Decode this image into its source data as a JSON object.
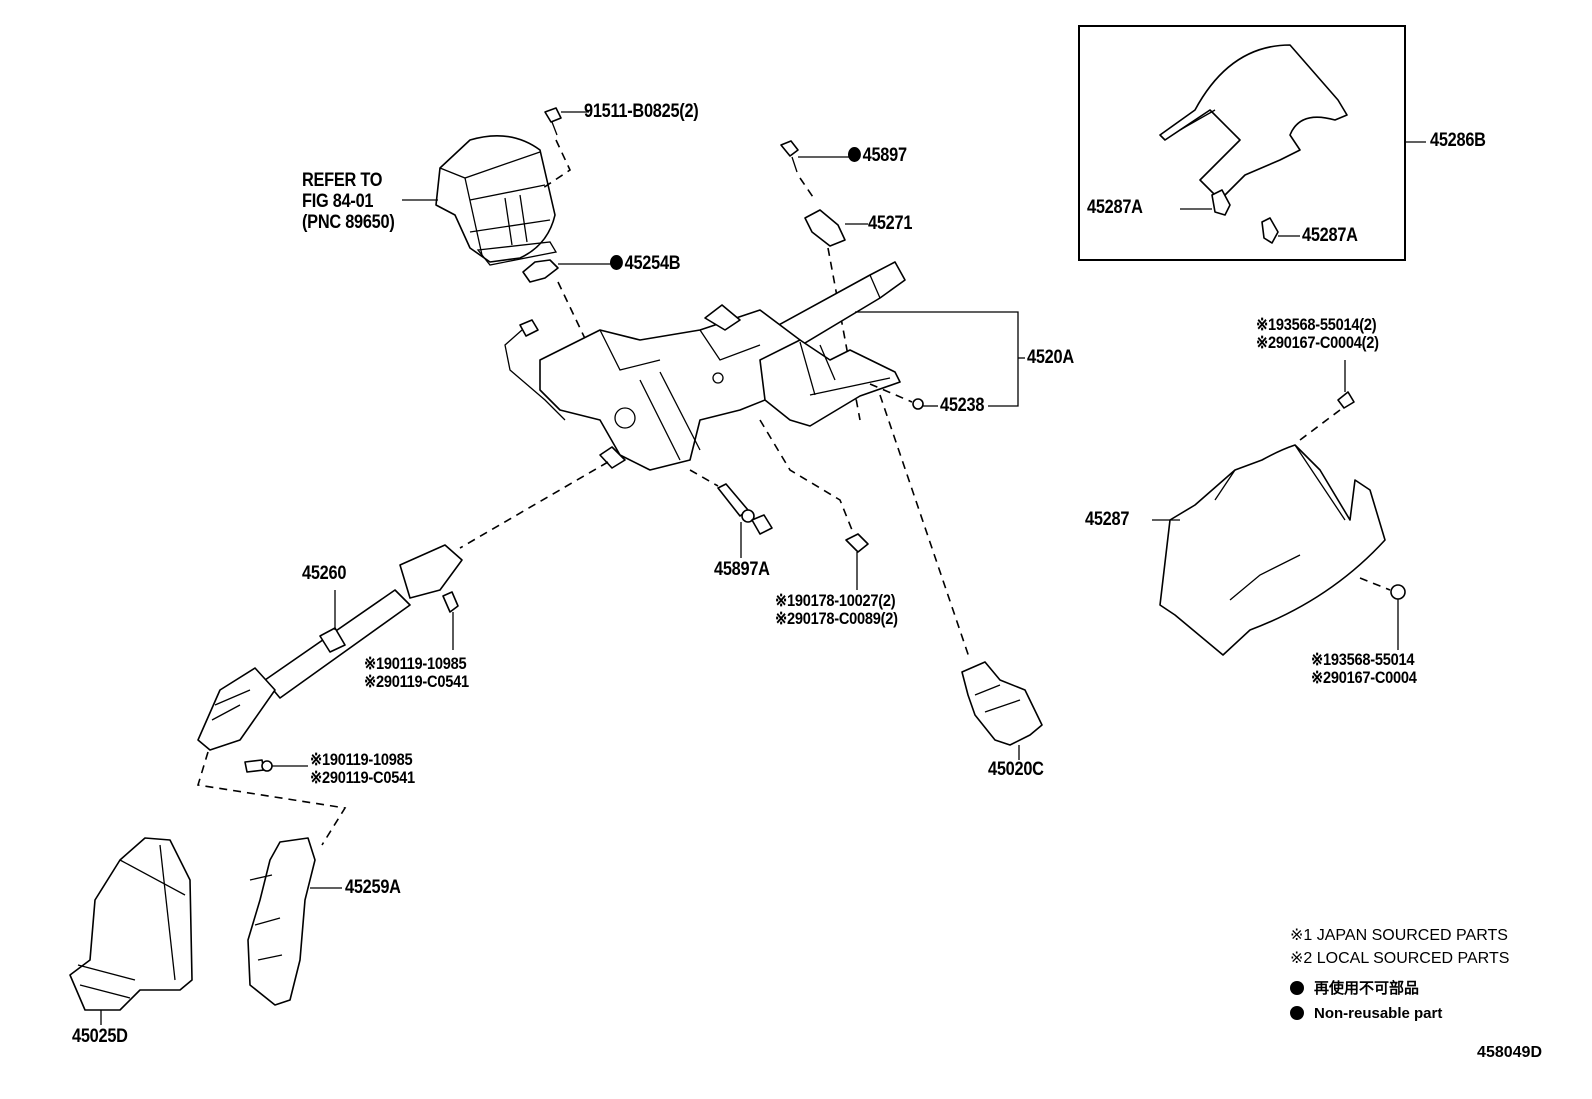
{
  "diagram": {
    "figure_id": "458049D",
    "parts": {
      "bolt_91511": "91511-B0825(2)",
      "refer_line1": "REFER TO",
      "refer_line2": "FIG 84-01",
      "refer_line3": "(PNC 89650)",
      "p45254B": "45254B",
      "p45897": "45897",
      "p45271": "45271",
      "p45286B": "45286B",
      "p45287A_1": "45287A",
      "p45287A_2": "45287A",
      "p4520A": "4520A",
      "p45238": "45238",
      "screw_top_1": "※193568-55014(2)",
      "screw_top_2": "※290167-C0004(2)",
      "p45287": "45287",
      "screw_bot_1": "※193568-55014",
      "screw_bot_2": "※290167-C0004",
      "p45897A": "45897A",
      "nut_1": "※190178-10027(2)",
      "nut_2": "※290178-C0089(2)",
      "p45260": "45260",
      "bolt_upper_1": "※190119-10985",
      "bolt_upper_2": "※290119-C0541",
      "bolt_lower_1": "※190119-10985",
      "bolt_lower_2": "※290119-C0541",
      "p45020C": "45020C",
      "p45259A": "45259A",
      "p45025D": "45025D"
    },
    "non_reusable_marker": "filled-circle",
    "legend": {
      "note1": "※1 JAPAN SOURCED PARTS",
      "note2": "※2 LOCAL SOURCED PARTS",
      "nonreusable_jp": "再使用不可部品",
      "nonreusable_en": "Non-reusable part"
    }
  }
}
